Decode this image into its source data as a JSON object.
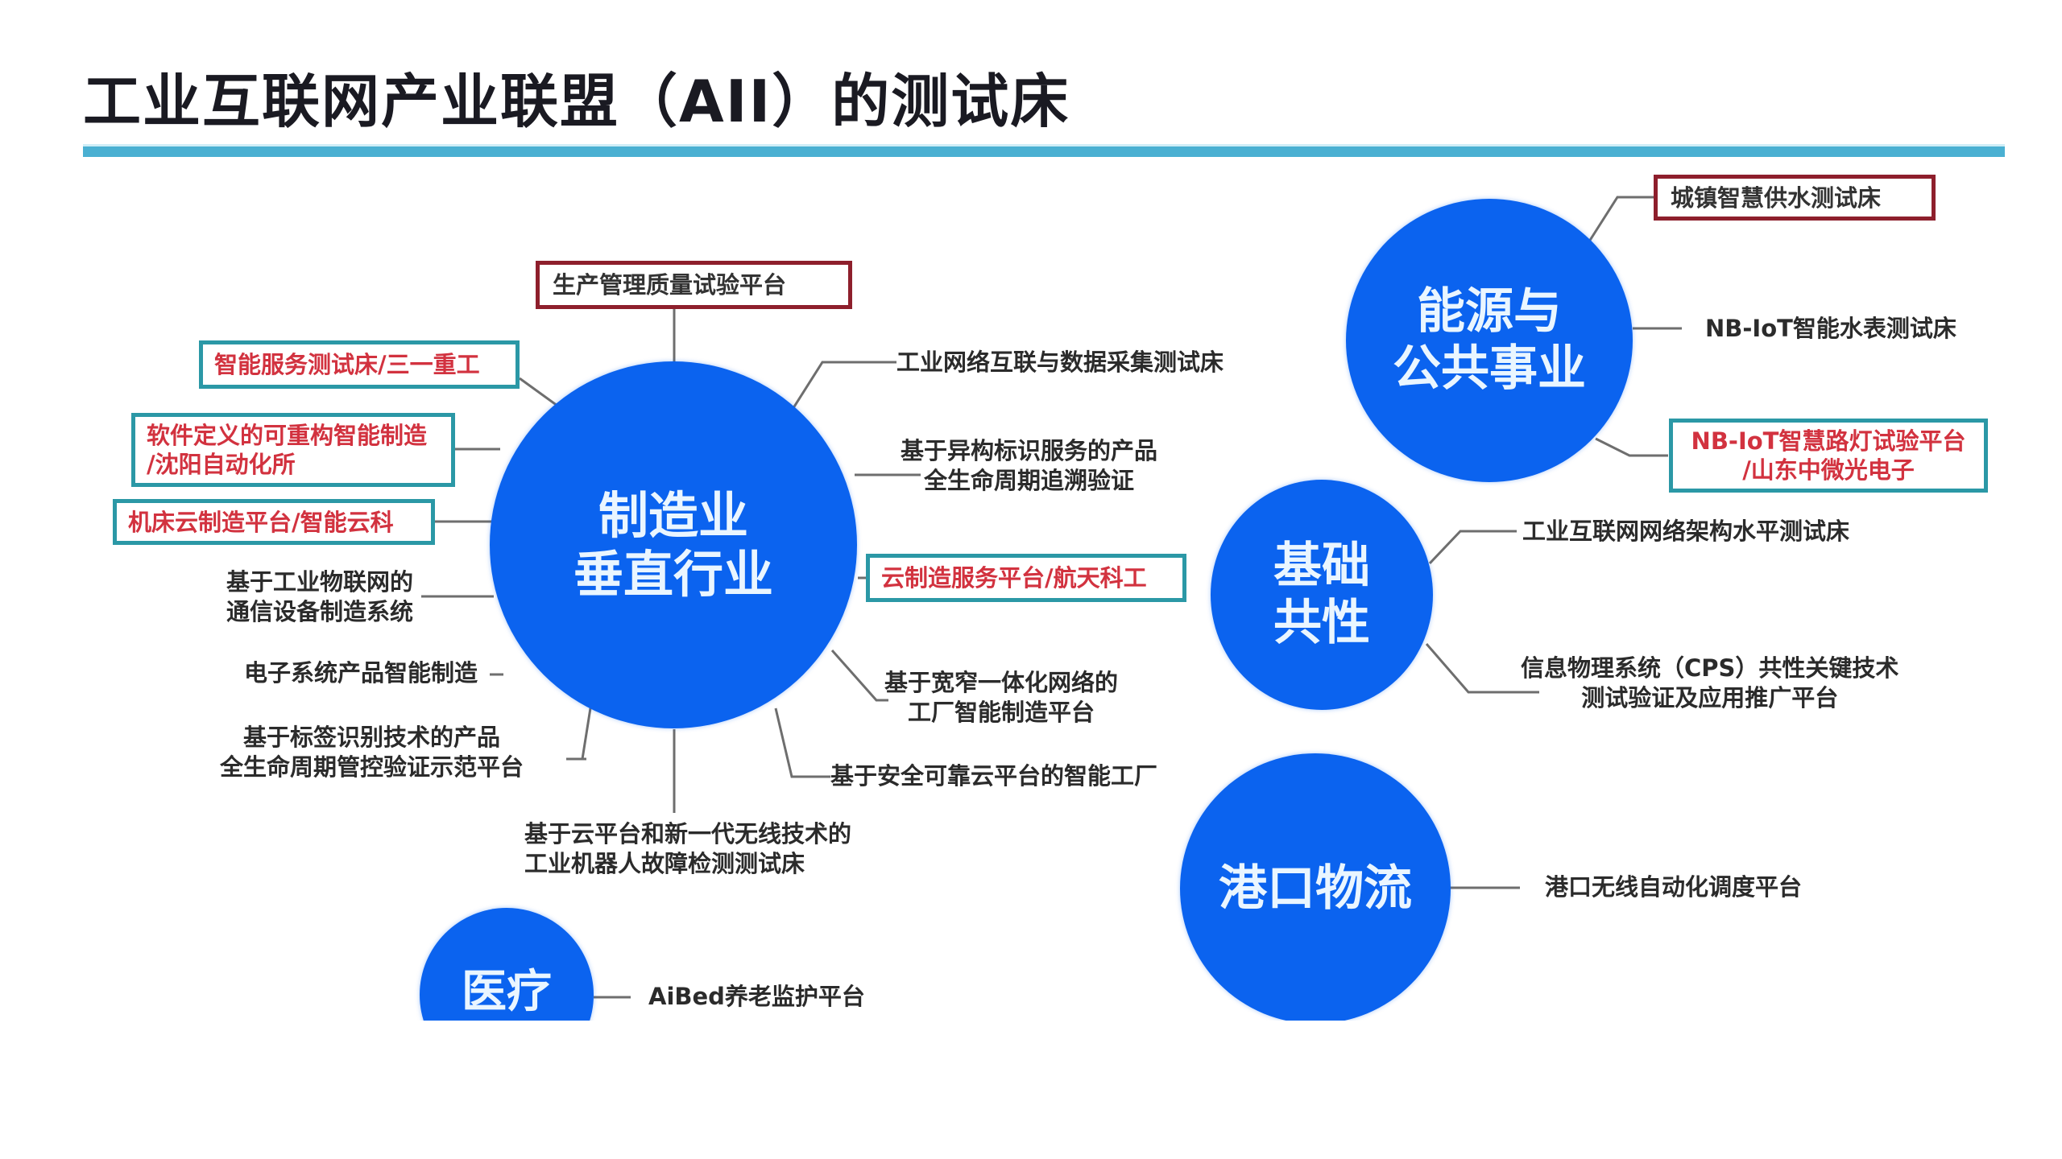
{
  "title": "工业互联网产业联盟（AII）的测试床",
  "colors": {
    "circle_blue": "#0b63ef",
    "title_bar": "#4ab0d2",
    "highlight_text_red": "#d2323f",
    "red_frame": "#8e1f2c",
    "teal_frame": "#2b98a6",
    "connector_gray": "#6e6e6e"
  },
  "hubs": {
    "manufacturing": {
      "label": "制造业\n垂直行业",
      "testbeds": {
        "top_box": "生产管理质量试验平台",
        "left_box_1": "智能服务测试床/三一重工",
        "left_box_2": "软件定义的可重构智能制造\n/沈阳自动化所",
        "left_box_3": "机床云制造平台/智能云科",
        "left_1": "基于工业物联网的\n通信设备制造系统",
        "left_2": "电子系统产品智能制造",
        "left_3": "基于标签识别技术的产品\n全生命周期管控验证示范平台",
        "bottom": "基于云平台和新一代无线技术的\n工业机器人故障检测测试床",
        "right_1": "工业网络互联与数据采集测试床",
        "right_2": "基于异构标识服务的产品\n全生命周期追溯验证",
        "right_box": "云制造服务平台/航天科工",
        "right_3": "基于宽窄一体化网络的\n工厂智能制造平台",
        "right_4": "基于安全可靠云平台的智能工厂"
      }
    },
    "energy": {
      "label": "能源与\n公共事业",
      "testbeds": {
        "top_box": "城镇智慧供水测试床",
        "middle": "NB-IoT智能水表测试床",
        "bottom_box": "NB-IoT智慧路灯试验平台\n/山东中微光电子"
      }
    },
    "foundation": {
      "label": "基础\n共性",
      "testbeds": {
        "top": "工业互联网网络架构水平测试床",
        "bottom": "信息物理系统（CPS）共性关键技术\n测试验证及应用推广平台"
      }
    },
    "port": {
      "label": "港口物流",
      "testbeds": {
        "right": "港口无线自动化调度平台"
      }
    },
    "medical": {
      "label": "医疗",
      "testbeds": {
        "right": "AiBed养老监护平台"
      }
    }
  }
}
